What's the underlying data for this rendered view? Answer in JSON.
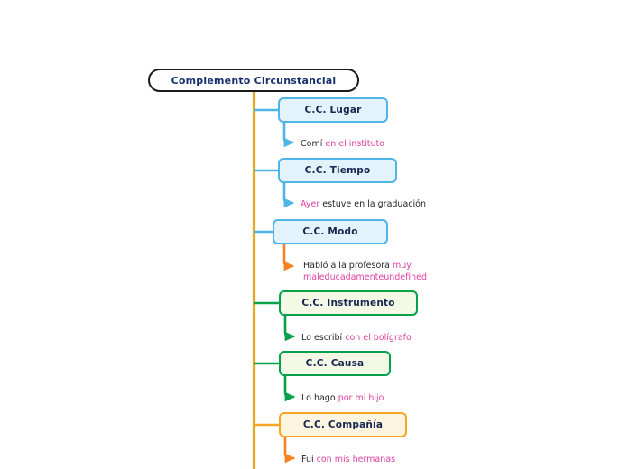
{
  "diagram": {
    "type": "mind-map",
    "title": "Complemento Circunstancial",
    "background": "#ffffff",
    "palette": {
      "trunk": "#e5a81f",
      "blue_border": "#4fb4e8",
      "blue_fill": "#e2f3fc",
      "green_border": "#07a04b",
      "green_fill": "#f3f9e5",
      "amber_border": "#f5a623",
      "amber_fill": "#fdf5df",
      "orange_arrow": "#f58220",
      "highlight_text": "#e040a0",
      "root_text": "#15306b",
      "node_text": "#16264f",
      "body_text": "#231f20",
      "root_border": "#1b1b1b"
    }
  },
  "root": {
    "label": "Complemento Circunstancial"
  },
  "branches": [
    {
      "id": "lugar",
      "label": "C.C. Lugar",
      "style": "blue",
      "connector_color": "#4fb4e8",
      "arrow_color": "#4fb4e8",
      "example": {
        "prefix": "Comí ",
        "highlight": "en el instituto",
        "suffix": ""
      }
    },
    {
      "id": "tiempo",
      "label": "C.C. Tiempo",
      "style": "blue",
      "connector_color": "#4fb4e8",
      "arrow_color": "#4fb4e8",
      "example": {
        "prefix": "",
        "highlight": "Ayer",
        "suffix": " estuve en la graduación"
      }
    },
    {
      "id": "modo",
      "label": "C.C. Modo",
      "style": "blue",
      "connector_color": "#4fb4e8",
      "arrow_color": "#f58220",
      "example": {
        "prefix": "Habló a la profesora ",
        "highlight": "muy maleducadamenteundefined",
        "suffix": ""
      }
    },
    {
      "id": "instrumento",
      "label": "C.C. Instrumento",
      "style": "green",
      "connector_color": "#07a04b",
      "arrow_color": "#07a04b",
      "example": {
        "prefix": "Lo escribí ",
        "highlight": "con el bolígrafo",
        "suffix": ""
      }
    },
    {
      "id": "causa",
      "label": "C.C. Causa",
      "style": "green",
      "connector_color": "#07a04b",
      "arrow_color": "#07a04b",
      "example": {
        "prefix": "Lo hago ",
        "highlight": "por mi hijo",
        "suffix": ""
      }
    },
    {
      "id": "compania",
      "label": "C.C. Compañía",
      "style": "amber",
      "connector_color": "#f5a623",
      "arrow_color": "#f58220",
      "example": {
        "prefix": "Fui ",
        "highlight": "con mis hermanas",
        "suffix": ""
      }
    }
  ]
}
